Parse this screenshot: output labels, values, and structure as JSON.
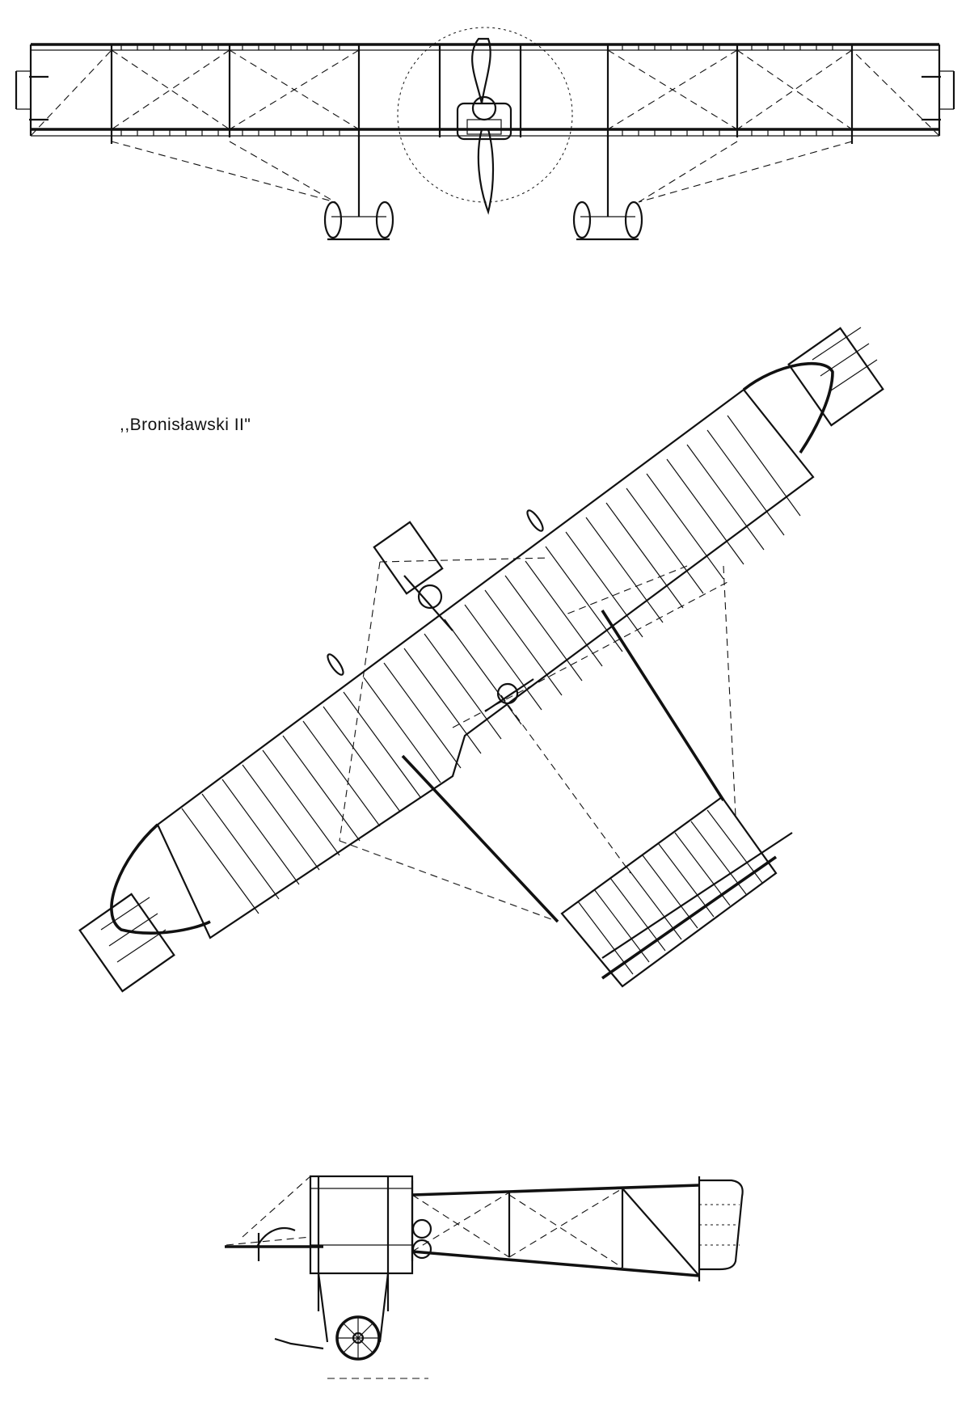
{
  "drawing": {
    "caption": ",,Bronisławski II\""
  },
  "views": {
    "front": "front-view",
    "plan": "plan-view",
    "side": "side-view"
  },
  "colors": {
    "ink": "#111111",
    "paper": "#ffffff"
  }
}
